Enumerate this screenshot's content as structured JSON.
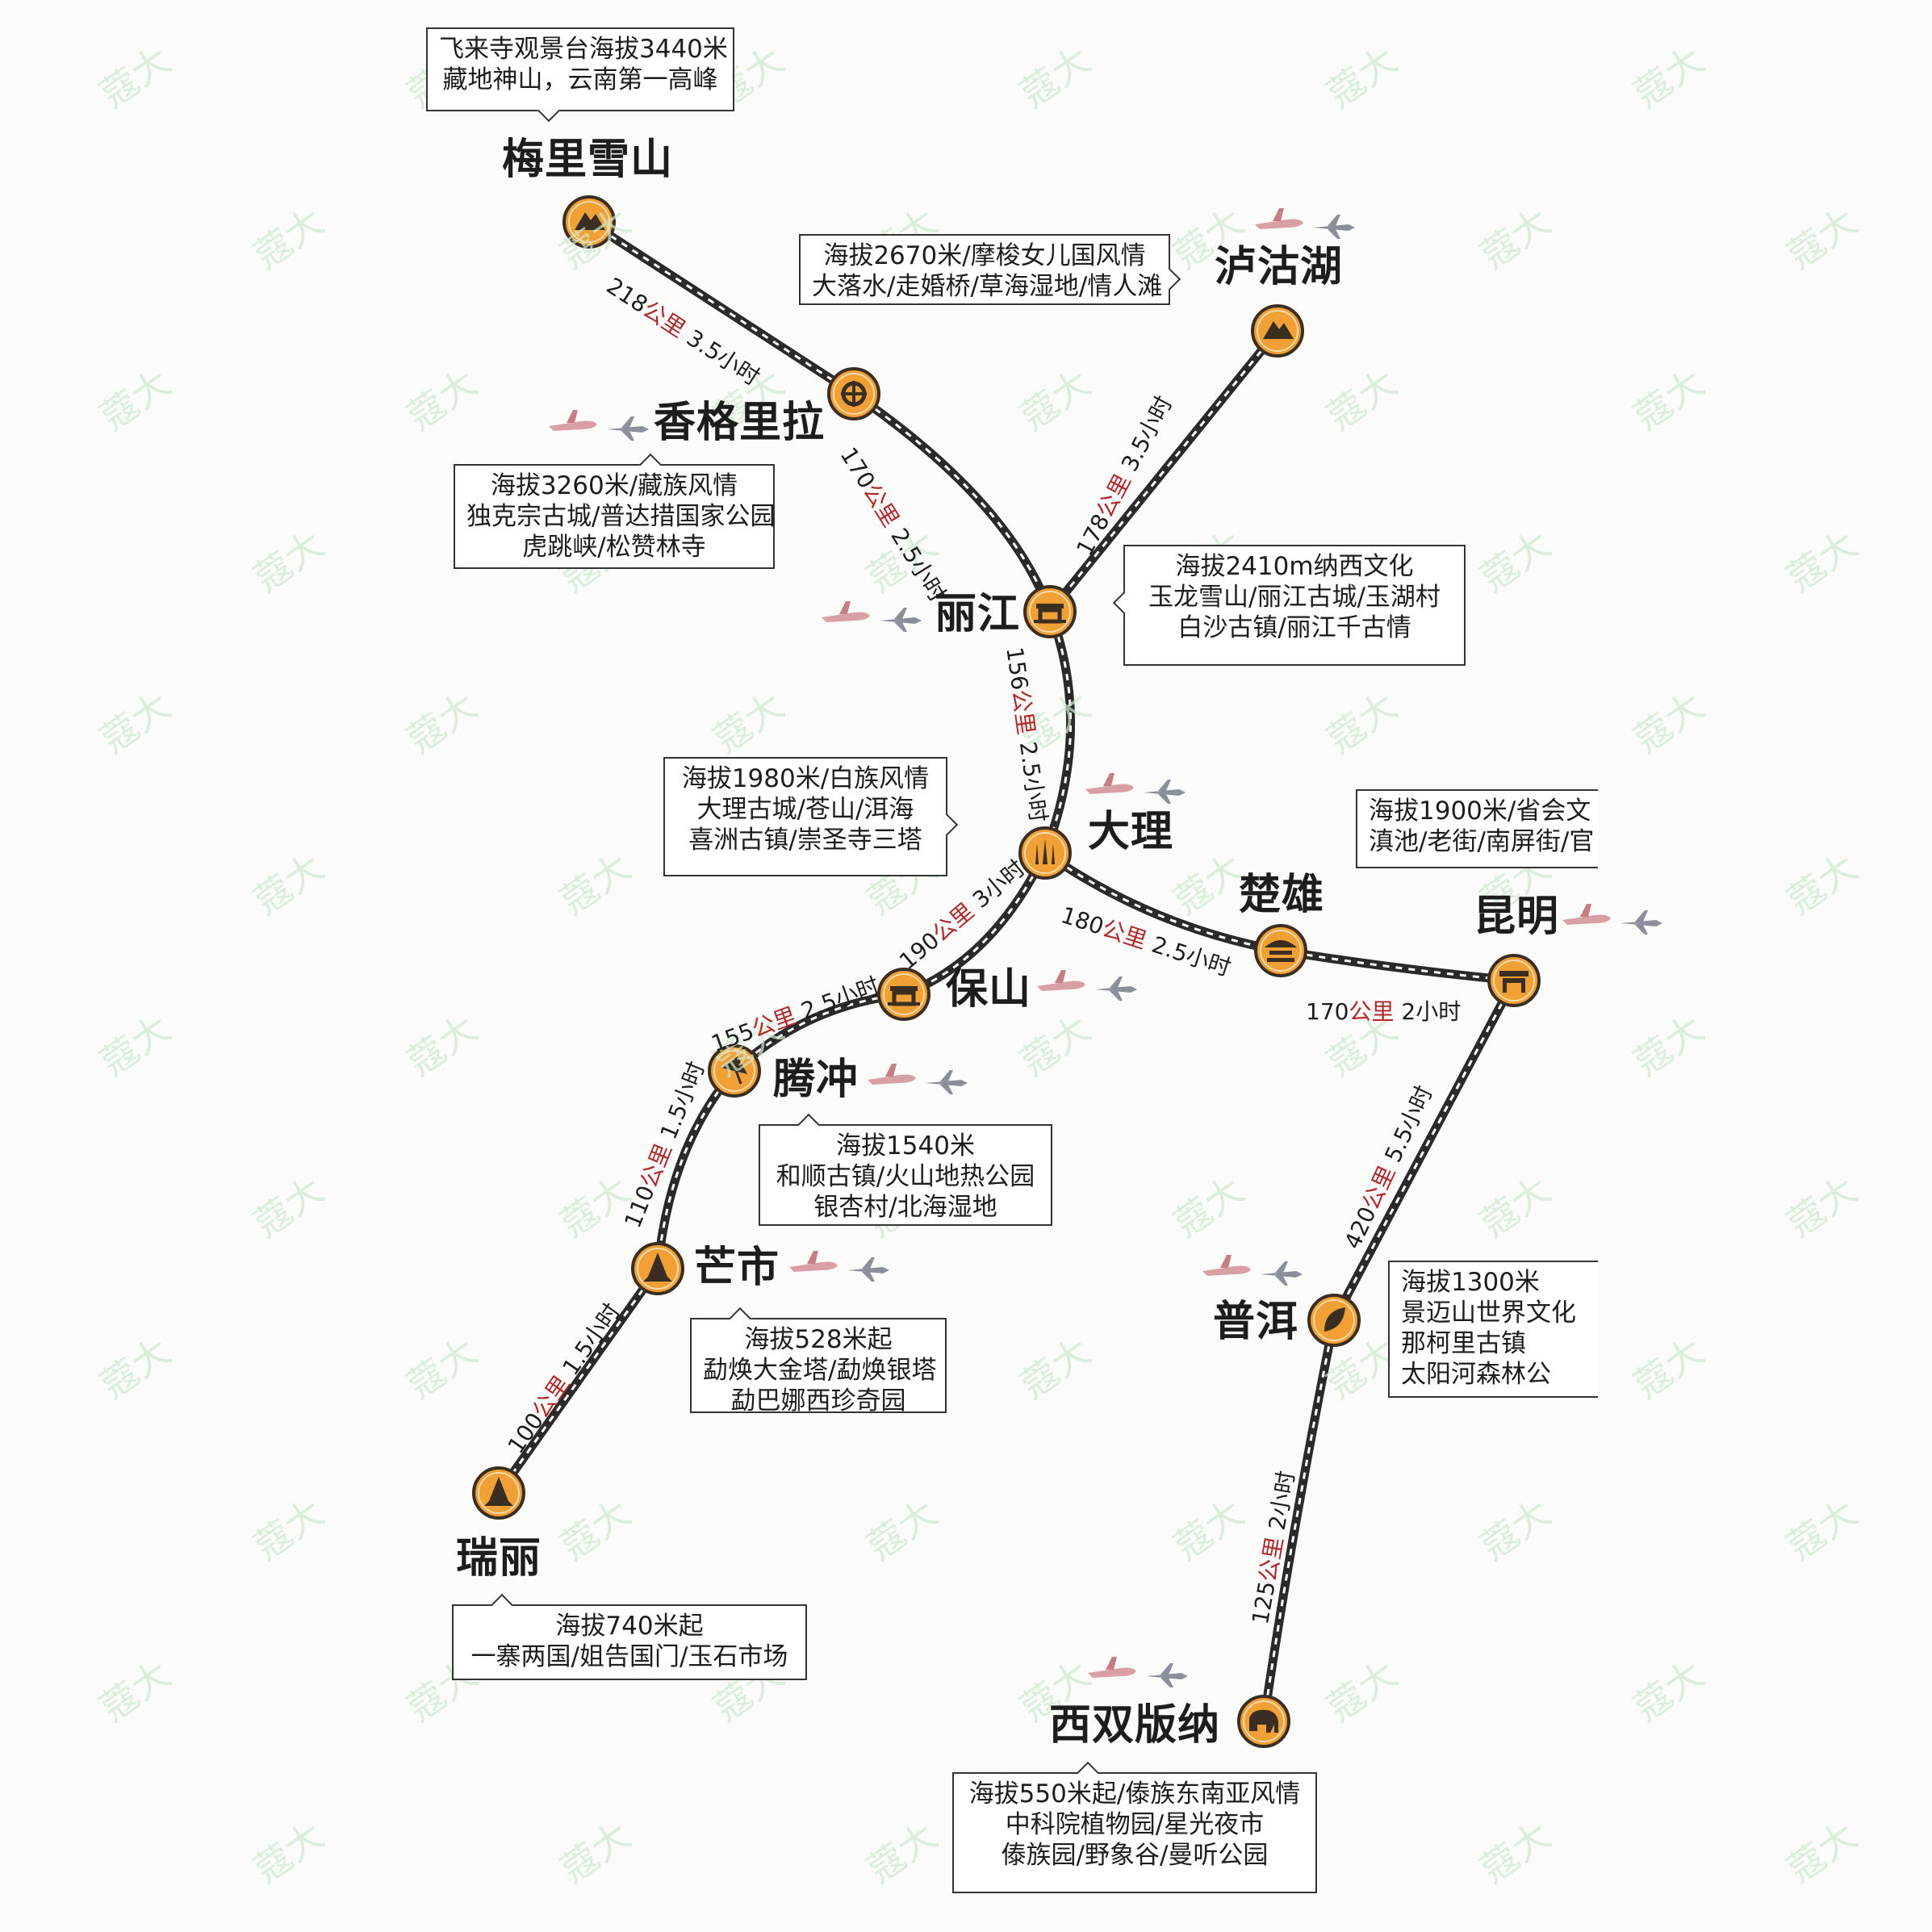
{
  "colors": {
    "node_fill": "#f0a035",
    "node_ring": "#3a2e22",
    "route": "#2a2a2a",
    "route_inner": "#ffffff",
    "unit_red": "#b0282c",
    "watermark": "#cfe9cf"
  },
  "cities": [
    {
      "id": "meili",
      "name": "梅里雪山",
      "icon": "mountain-icon",
      "airport": false
    },
    {
      "id": "shangri",
      "name": "香格里拉",
      "icon": "knot-icon",
      "airport": true
    },
    {
      "id": "lugu",
      "name": "泸沽湖",
      "icon": "mountain-icon",
      "airport": true
    },
    {
      "id": "lijiang",
      "name": "丽江",
      "icon": "gate-icon",
      "airport": true
    },
    {
      "id": "dali",
      "name": "大理",
      "icon": "pagoda-icon",
      "airport": true
    },
    {
      "id": "chuxiong",
      "name": "楚雄",
      "icon": "pavilion-icon",
      "airport": false
    },
    {
      "id": "kunming",
      "name": "昆明",
      "icon": "archway-icon",
      "airport": true
    },
    {
      "id": "baoshan",
      "name": "保山",
      "icon": "gate-icon",
      "airport": true
    },
    {
      "id": "tengchong",
      "name": "腾冲",
      "icon": "umbrella-icon",
      "airport": true
    },
    {
      "id": "mangshi",
      "name": "芒市",
      "icon": "stupa-icon",
      "airport": true
    },
    {
      "id": "ruili",
      "name": "瑞丽",
      "icon": "stupa-icon",
      "airport": false
    },
    {
      "id": "puer",
      "name": "普洱",
      "icon": "leaf-icon",
      "airport": true
    },
    {
      "id": "xsbn",
      "name": "西双版纳",
      "icon": "elephant-icon",
      "airport": true
    }
  ],
  "info": {
    "meili": [
      "飞来寺观景台海拔3440米",
      "藏地神山，云南第一高峰"
    ],
    "lugu": [
      "海拔2670米/摩梭女儿国风情",
      "大落水/走婚桥/草海湿地/情人滩"
    ],
    "shangri": [
      "海拔3260米/藏族风情",
      "独克宗古城/普达措国家公园",
      "虎跳峡/松赞林寺"
    ],
    "lijiang": [
      "海拔2410m纳西文化",
      "玉龙雪山/丽江古城/玉湖村",
      "白沙古镇/丽江千古情"
    ],
    "dali": [
      "海拔1980米/白族风情",
      "大理古城/苍山/洱海",
      "喜洲古镇/崇圣寺三塔"
    ],
    "kunming": [
      "海拔1900米/省会文",
      "滇池/老街/南屏街/官"
    ],
    "tengchong": [
      "海拔1540米",
      "和顺古镇/火山地热公园",
      "银杏村/北海湿地"
    ],
    "mangshi": [
      "海拔528米起",
      "勐焕大金塔/勐焕银塔",
      "勐巴娜西珍奇园"
    ],
    "puer": [
      "海拔1300米",
      "景迈山世界文化",
      "那柯里古镇",
      "太阳河森林公"
    ],
    "ruili": [
      "海拔740米起",
      "一寨两国/姐告国门/玉石市场"
    ],
    "xsbn": [
      "海拔550米起/傣族东南亚风情",
      "中科院植物园/星光夜市",
      "傣族园/野象谷/曼听公园"
    ]
  },
  "legs": [
    {
      "id": "meili-shangri",
      "dist": "218",
      "unit": "公里",
      "time": "3.5小时"
    },
    {
      "id": "shangri-lijiang",
      "dist": "170",
      "unit": "公里",
      "time": "2.5小时"
    },
    {
      "id": "lugu-lijiang",
      "dist": "178",
      "unit": "公里",
      "time": "3.5小时"
    },
    {
      "id": "lijiang-dali",
      "dist": "156",
      "unit": "公里",
      "time": "2.5小时"
    },
    {
      "id": "dali-baoshan",
      "dist": "190",
      "unit": "公里",
      "time": "3小时"
    },
    {
      "id": "dali-chuxiong",
      "dist": "180",
      "unit": "公里",
      "time": "2.5小时"
    },
    {
      "id": "chuxiong-kunming",
      "dist": "170",
      "unit": "公里",
      "time": "2小时"
    },
    {
      "id": "baoshan-tengchong",
      "dist": "155",
      "unit": "公里",
      "time": "2.5小时"
    },
    {
      "id": "tengchong-mangshi",
      "dist": "110",
      "unit": "公里",
      "time": "1.5小时"
    },
    {
      "id": "mangshi-ruili",
      "dist": "100",
      "unit": "公里",
      "time": "1.5小时"
    },
    {
      "id": "kunming-puer",
      "dist": "420",
      "unit": "公里",
      "time": "5.5小时"
    },
    {
      "id": "puer-xsbn",
      "dist": "125",
      "unit": "公里",
      "time": "2小时"
    }
  ],
  "watermark_text": "蔻大"
}
